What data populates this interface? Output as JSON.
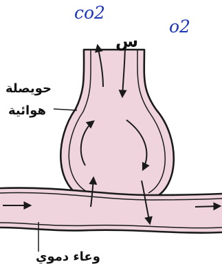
{
  "labels": {
    "alveolus_line1": "حويصلة",
    "alveolus_line2": "هوائية",
    "blood_vessel": "وعاء دموي",
    "inhaled_air_mark": "س"
  },
  "handwritten": {
    "co2": "co2",
    "o2": "o2"
  },
  "colors": {
    "alveolus_fill": "#efd4dd",
    "vessel_fill": "#efd4dd",
    "outline": "#1a1a1a",
    "ink": "#1d36b8"
  },
  "icons": {
    "alveolus": "alveolus-sac",
    "vessel": "blood-vessel-tube",
    "arrows": "flow-arrow"
  }
}
